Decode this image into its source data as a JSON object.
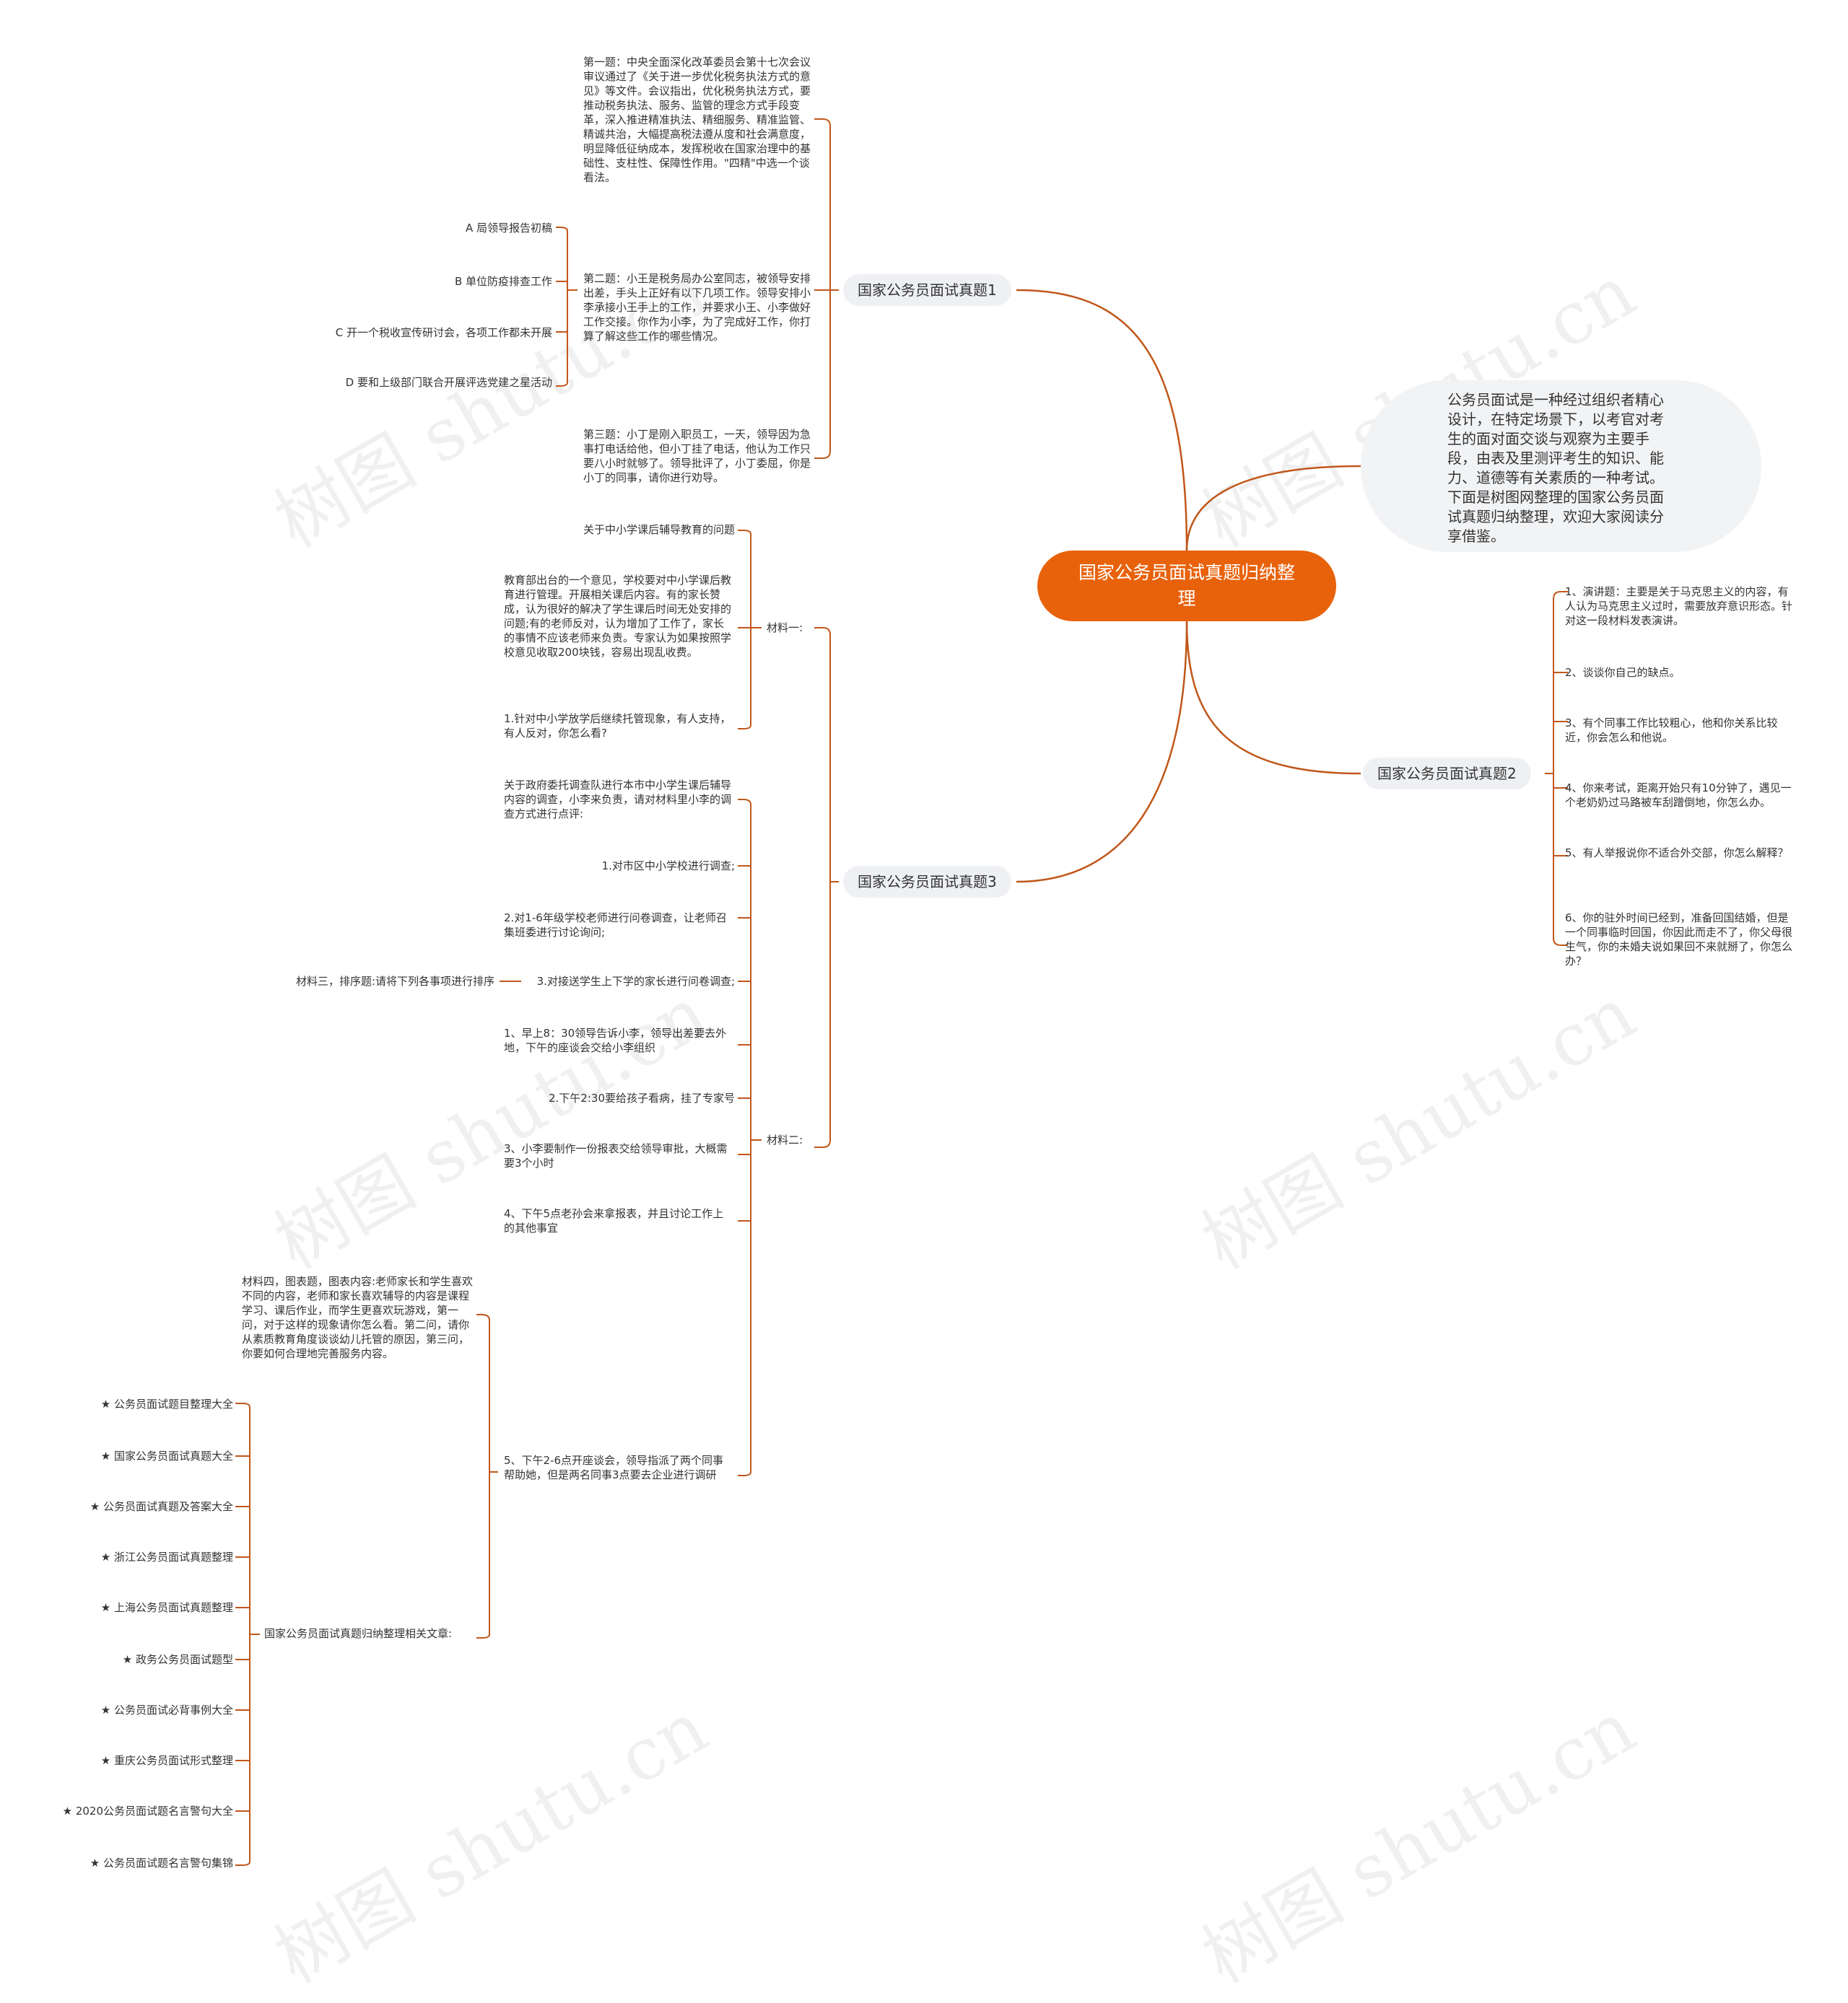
{
  "root": "国家公务员面试真题归纳整理",
  "intro": "公务员面试是一种经过组织者精心设计，在特定场景下，以考官对考生的面对面交谈与观察为主要手段，由表及里测评考生的知识、能力、道德等有关素质的一种考试。下面是树图网整理的国家公务员面试真题归纳整理，欢迎大家阅读分享借鉴。",
  "watermark": "树图 shutu.cn",
  "line_color": "#c0571a",
  "accent_color": "#e8620b",
  "b1": {
    "label": "国家公务员面试真题1",
    "q1": "第一题：中央全面深化改革委员会第十七次会议审议通过了《关于进一步优化税务执法方式的意见》等文件。会议指出，优化税务执法方式，要推动税务执法、服务、监管的理念方式手段变革，深入推进精准执法、精细服务、精准监管、精诚共治，大幅提高税法遵从度和社会满意度，明显降低征纳成本，发挥税收在国家治理中的基础性、支柱性、保障性作用。\"四精\"中选一个谈看法。",
    "q2": "第二题：小王是税务局办公室同志，被领导安排出差，手头上正好有以下几项工作。领导安排小李承接小王手上的工作，并要求小王、小李做好工作交接。你作为小李，为了完成好工作，你打算了解这些工作的哪些情况。",
    "q2_items": [
      "A 局领导报告初稿",
      "B 单位防疫排查工作",
      "C 开一个税收宣传研讨会，各项工作都未开展",
      "D 要和上级部门联合开展评选党建之星活动"
    ],
    "q3": "第三题：小丁是刚入职员工，一天，领导因为急事打电话给他，但小丁挂了电话，他认为工作只要八小时就够了。领导批评了，小丁委屈，你是小丁的同事，请你进行劝导。"
  },
  "b2": {
    "label": "国家公务员面试真题2",
    "items": [
      "1、演讲题：主要是关于马克思主义的内容，有人认为马克思主义过时，需要放弃意识形态。针对这一段材料发表演讲。",
      "2、谈谈你自己的缺点。",
      "3、有个同事工作比较粗心，他和你关系比较近，你会怎么和他说。",
      "4、你来考试，距离开始只有10分钟了，遇见一个老奶奶过马路被车刮蹭倒地，你怎么办。",
      "5、有人举报说你不适合外交部，你怎么解释？",
      "6、你的驻外时间已经到，准备回国结婚，但是一个同事临时回国，你因此而走不了，你父母很生气，你的未婚夫说如果回不来就掰了，你怎么办？"
    ]
  },
  "b3": {
    "label": "国家公务员面试真题3",
    "m1": {
      "label": "材料一:",
      "items": [
        "关于中小学课后辅导教育的问题",
        "教育部出台的一个意见，学校要对中小学课后教育进行管理。开展相关课后内容。有的家长赞成，认为很好的解决了学生课后时间无处安排的问题;有的老师反对，认为增加了工作了，家长的事情不应该老师来负责。专家认为如果按照学校意见收取200块钱，容易出现乱收费。",
        "1.针对中小学放学后继续托管现象，有人支持，有人反对，你怎么看?"
      ]
    },
    "m2": {
      "label": "材料二:",
      "items": [
        "关于政府委托调查队进行本市中小学生课后辅导内容的调查，小李来负责，请对材料里小李的调查方式进行点评:",
        "1.对市区中小学校进行调查;",
        "2.对1-6年级学校老师进行问卷调查，让老师召集班委进行讨论询问;",
        "3.对接送学生上下学的家长进行问卷调查;",
        "1、早上8：30领导告诉小李，领导出差要去外地，下午的座谈会交给小李组织",
        "2.下午2:30要给孩子看病，挂了专家号",
        "3、小李要制作一份报表交给领导审批，大概需要3个小时",
        "4、下午5点老孙会来拿报表，并且讨论工作上的其他事宜",
        "5、下午2-6点开座谈会，领导指派了两个同事帮助她，但是两名同事3点要去企业进行调研"
      ],
      "m3": "材料三，排序题:请将下列各事项进行排序",
      "m4": "材料四，图表题，图表内容:老师家长和学生喜欢不同的内容，老师和家长喜欢辅导的内容是课程学习、课后作业，而学生更喜欢玩游戏，第一问，对于这样的现象请你怎么看。第二问，请你从素质教育角度谈谈幼儿托管的原因，第三问，你要如何合理地完善服务内容。",
      "related_label": "国家公务员面试真题归纳整理相关文章:",
      "related": [
        "★ 公务员面试题目整理大全",
        "★ 国家公务员面试真题大全",
        "★ 公务员面试真题及答案大全",
        "★ 浙江公务员面试真题整理",
        "★ 上海公务员面试真题整理",
        "★ 政务公务员面试题型",
        "★ 公务员面试必背事例大全",
        "★ 重庆公务员面试形式整理",
        "★ 2020公务员面试题名言警句大全",
        "★ 公务员面试题名言警句集锦"
      ]
    }
  }
}
